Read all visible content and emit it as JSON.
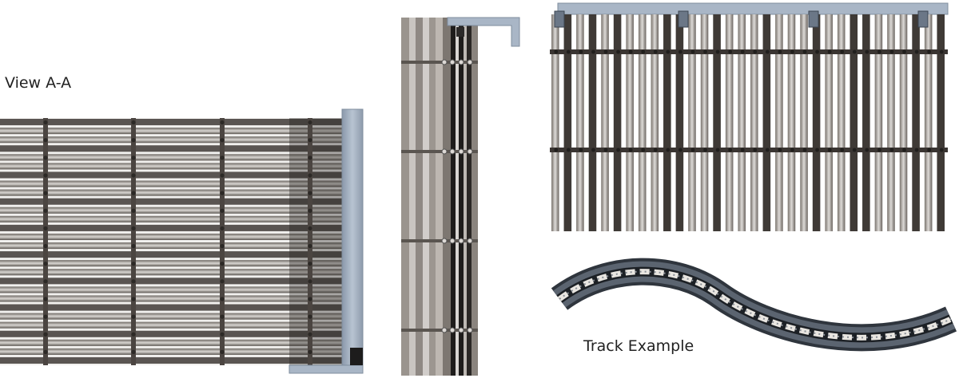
{
  "labels": {
    "view_section": "View A-A",
    "track_example": "Track Example"
  },
  "colors": {
    "slat_dark": "#3f3a36",
    "slat_mid": "#8c8680",
    "slat_light": "#d6d3d0",
    "frame_blue": "#a9b6c6",
    "frame_blue_edge": "#7f8d9e",
    "track_dark": "#2f353d"
  },
  "icons": {
    "panel_a": "louvre-section-view",
    "panel_b": "louvre-side-view",
    "panel_c": "louvre-front-view",
    "panel_d": "curved-track-example"
  }
}
